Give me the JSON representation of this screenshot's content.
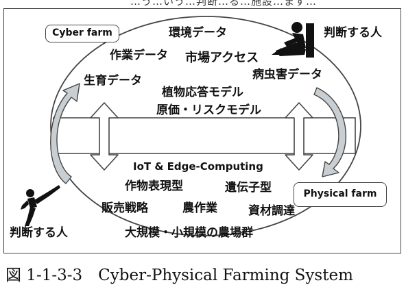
{
  "top_text": "…う…いう…判断…る…施設…ます…",
  "cyber_label": "Cyber farm",
  "physical_label": "Physical farm",
  "cyber_items": {
    "env": "環境データ",
    "work": "作業データ",
    "market": "市場アクセス",
    "growth": "生育データ",
    "pest": "病虫害データ",
    "plant": "植物応答モデル",
    "cost": "原価・リスクモデル"
  },
  "physical_items": {
    "iot": "IoT & Edge-Computing",
    "phenotype": "作物表現型",
    "genotype": "遺伝子型",
    "sales": "販売戦略",
    "farming": "農作業",
    "procurement": "資材調達",
    "scale": "大規模・小規模の農場群"
  },
  "person_top": "判断する人",
  "person_bottom": "判断する人",
  "caption": "図 1-1-3-3　Cyber-Physical Farming System",
  "colors": {
    "outline": "#444444",
    "curve_arrow_fill": "#c9ced3",
    "silhouette": "#111111"
  },
  "icons": {
    "top_person": "person-sitting-with-laptop-icon",
    "bottom_person": "karate-kick-person-icon"
  }
}
